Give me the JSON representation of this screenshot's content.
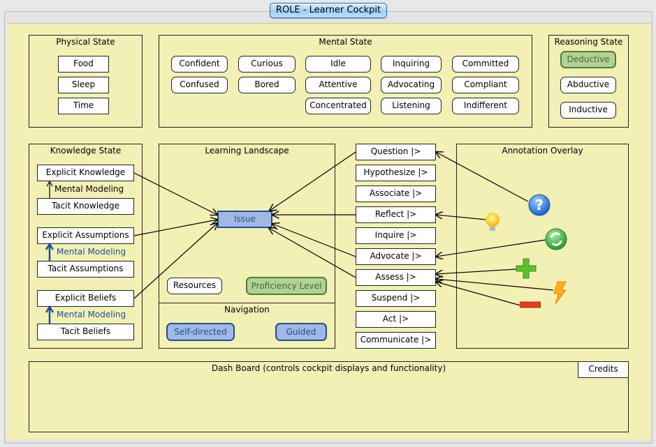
{
  "window": {
    "title": "ROLE - Learner Cockpit"
  },
  "colors": {
    "canvas": "#f2f0b5",
    "selected_green": "#b2d19a",
    "selected_blue": "#a1b9e2",
    "accent_blue": "#1f4d96"
  },
  "physical_state": {
    "title": "Physical State",
    "items": [
      "Food",
      "Sleep",
      "Time"
    ]
  },
  "mental_state": {
    "title": "Mental State",
    "items": [
      "Confident",
      "Curious",
      "Idle",
      "Inquiring",
      "Committed",
      "Confused",
      "Bored",
      "Attentive",
      "Advocating",
      "Compliant",
      "Concentrated",
      "Listening",
      "Indifferent"
    ]
  },
  "reasoning_state": {
    "title": "Reasoning State",
    "items": [
      "Deductive",
      "Abductive",
      "Inductive"
    ],
    "selected": "Deductive"
  },
  "knowledge_state": {
    "title": "Knowledge State",
    "explicit_knowledge": "Explicit Knowledge",
    "tacit_knowledge": "Tacit Knowledge",
    "explicit_assumptions": "Explicit Assumptions",
    "tacit_assumptions": "Tacit Assumptions",
    "explicit_beliefs": "Explicit Beliefs",
    "tacit_beliefs": "Tacit Beliefs",
    "mental_modeling": "Mental Modeling"
  },
  "learning_landscape": {
    "title": "Learning Landscape",
    "issue": "Issue",
    "resources": "Resources",
    "proficiency": "Proficiency Level"
  },
  "navigation": {
    "title": "Navigation",
    "self_directed": "Self-directed",
    "guided": "Guided"
  },
  "actions": [
    "Question |>",
    "Hypothesize |>",
    "Associate |>",
    "Reflect |>",
    "Inquire |>",
    "Advocate |>",
    "Assess |>",
    "Suspend |>",
    "Act |>",
    "Communicate |>"
  ],
  "annotation_overlay": {
    "title": "Annotation Overlay",
    "icons": [
      "question-icon",
      "lightbulb-icon",
      "refresh-icon",
      "plus-icon",
      "lightning-icon",
      "minus-icon"
    ]
  },
  "dashboard": {
    "title": "Dash Board (controls cockpit displays and functionality)",
    "credits": "Credits"
  }
}
